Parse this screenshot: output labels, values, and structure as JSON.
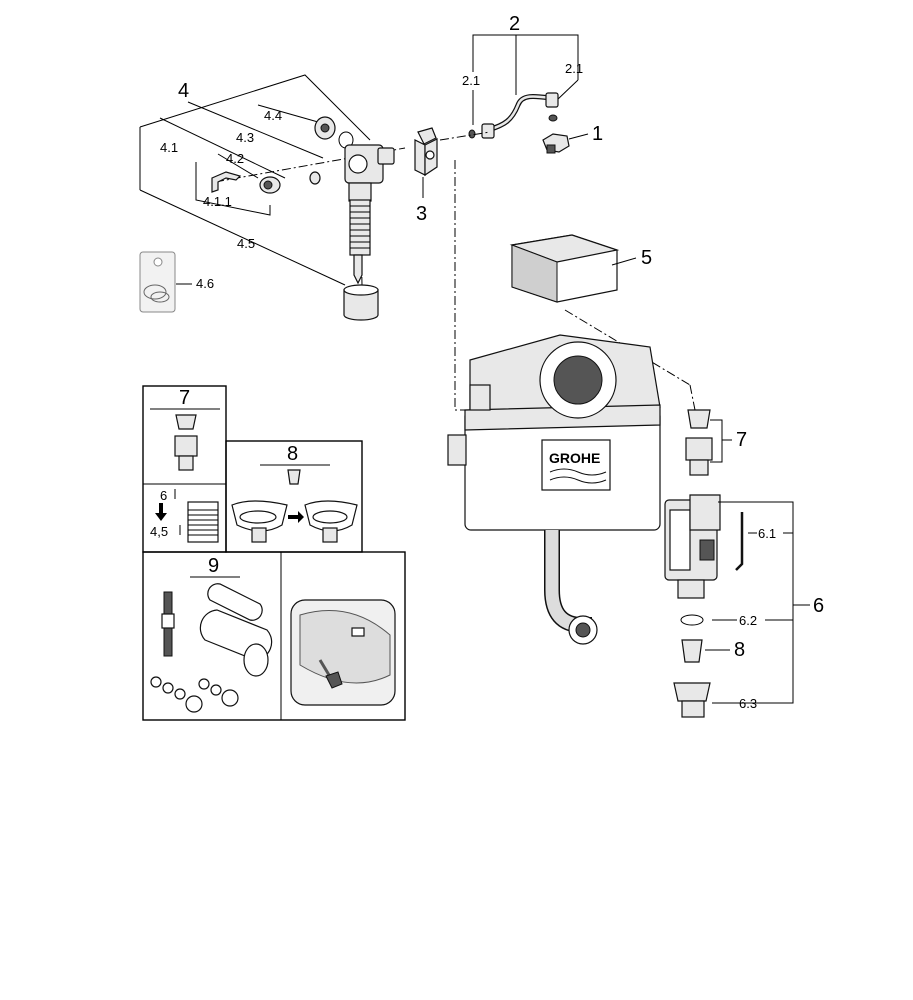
{
  "callouts": {
    "c1": "1",
    "c2": "2",
    "c2_1a": "2.1",
    "c2_1b": "2.1",
    "c3": "3",
    "c4": "4",
    "c4_1": "4.1",
    "c4_1_1": "4.1.1",
    "c4_2": "4.2",
    "c4_3": "4.3",
    "c4_4": "4.4",
    "c4_5": "4.5",
    "c4_6": "4.6",
    "c5": "5",
    "c6": "6",
    "c6_1": "6.1",
    "c6_2": "6.2",
    "c6_3": "6.3",
    "c7": "7",
    "c8": "8"
  },
  "tank": {
    "brand": "GROHE"
  },
  "inset7": {
    "title": "7",
    "top_value": "6",
    "bottom_value": "4,5"
  },
  "inset8": {
    "title": "8"
  },
  "inset9": {
    "title": "9"
  }
}
